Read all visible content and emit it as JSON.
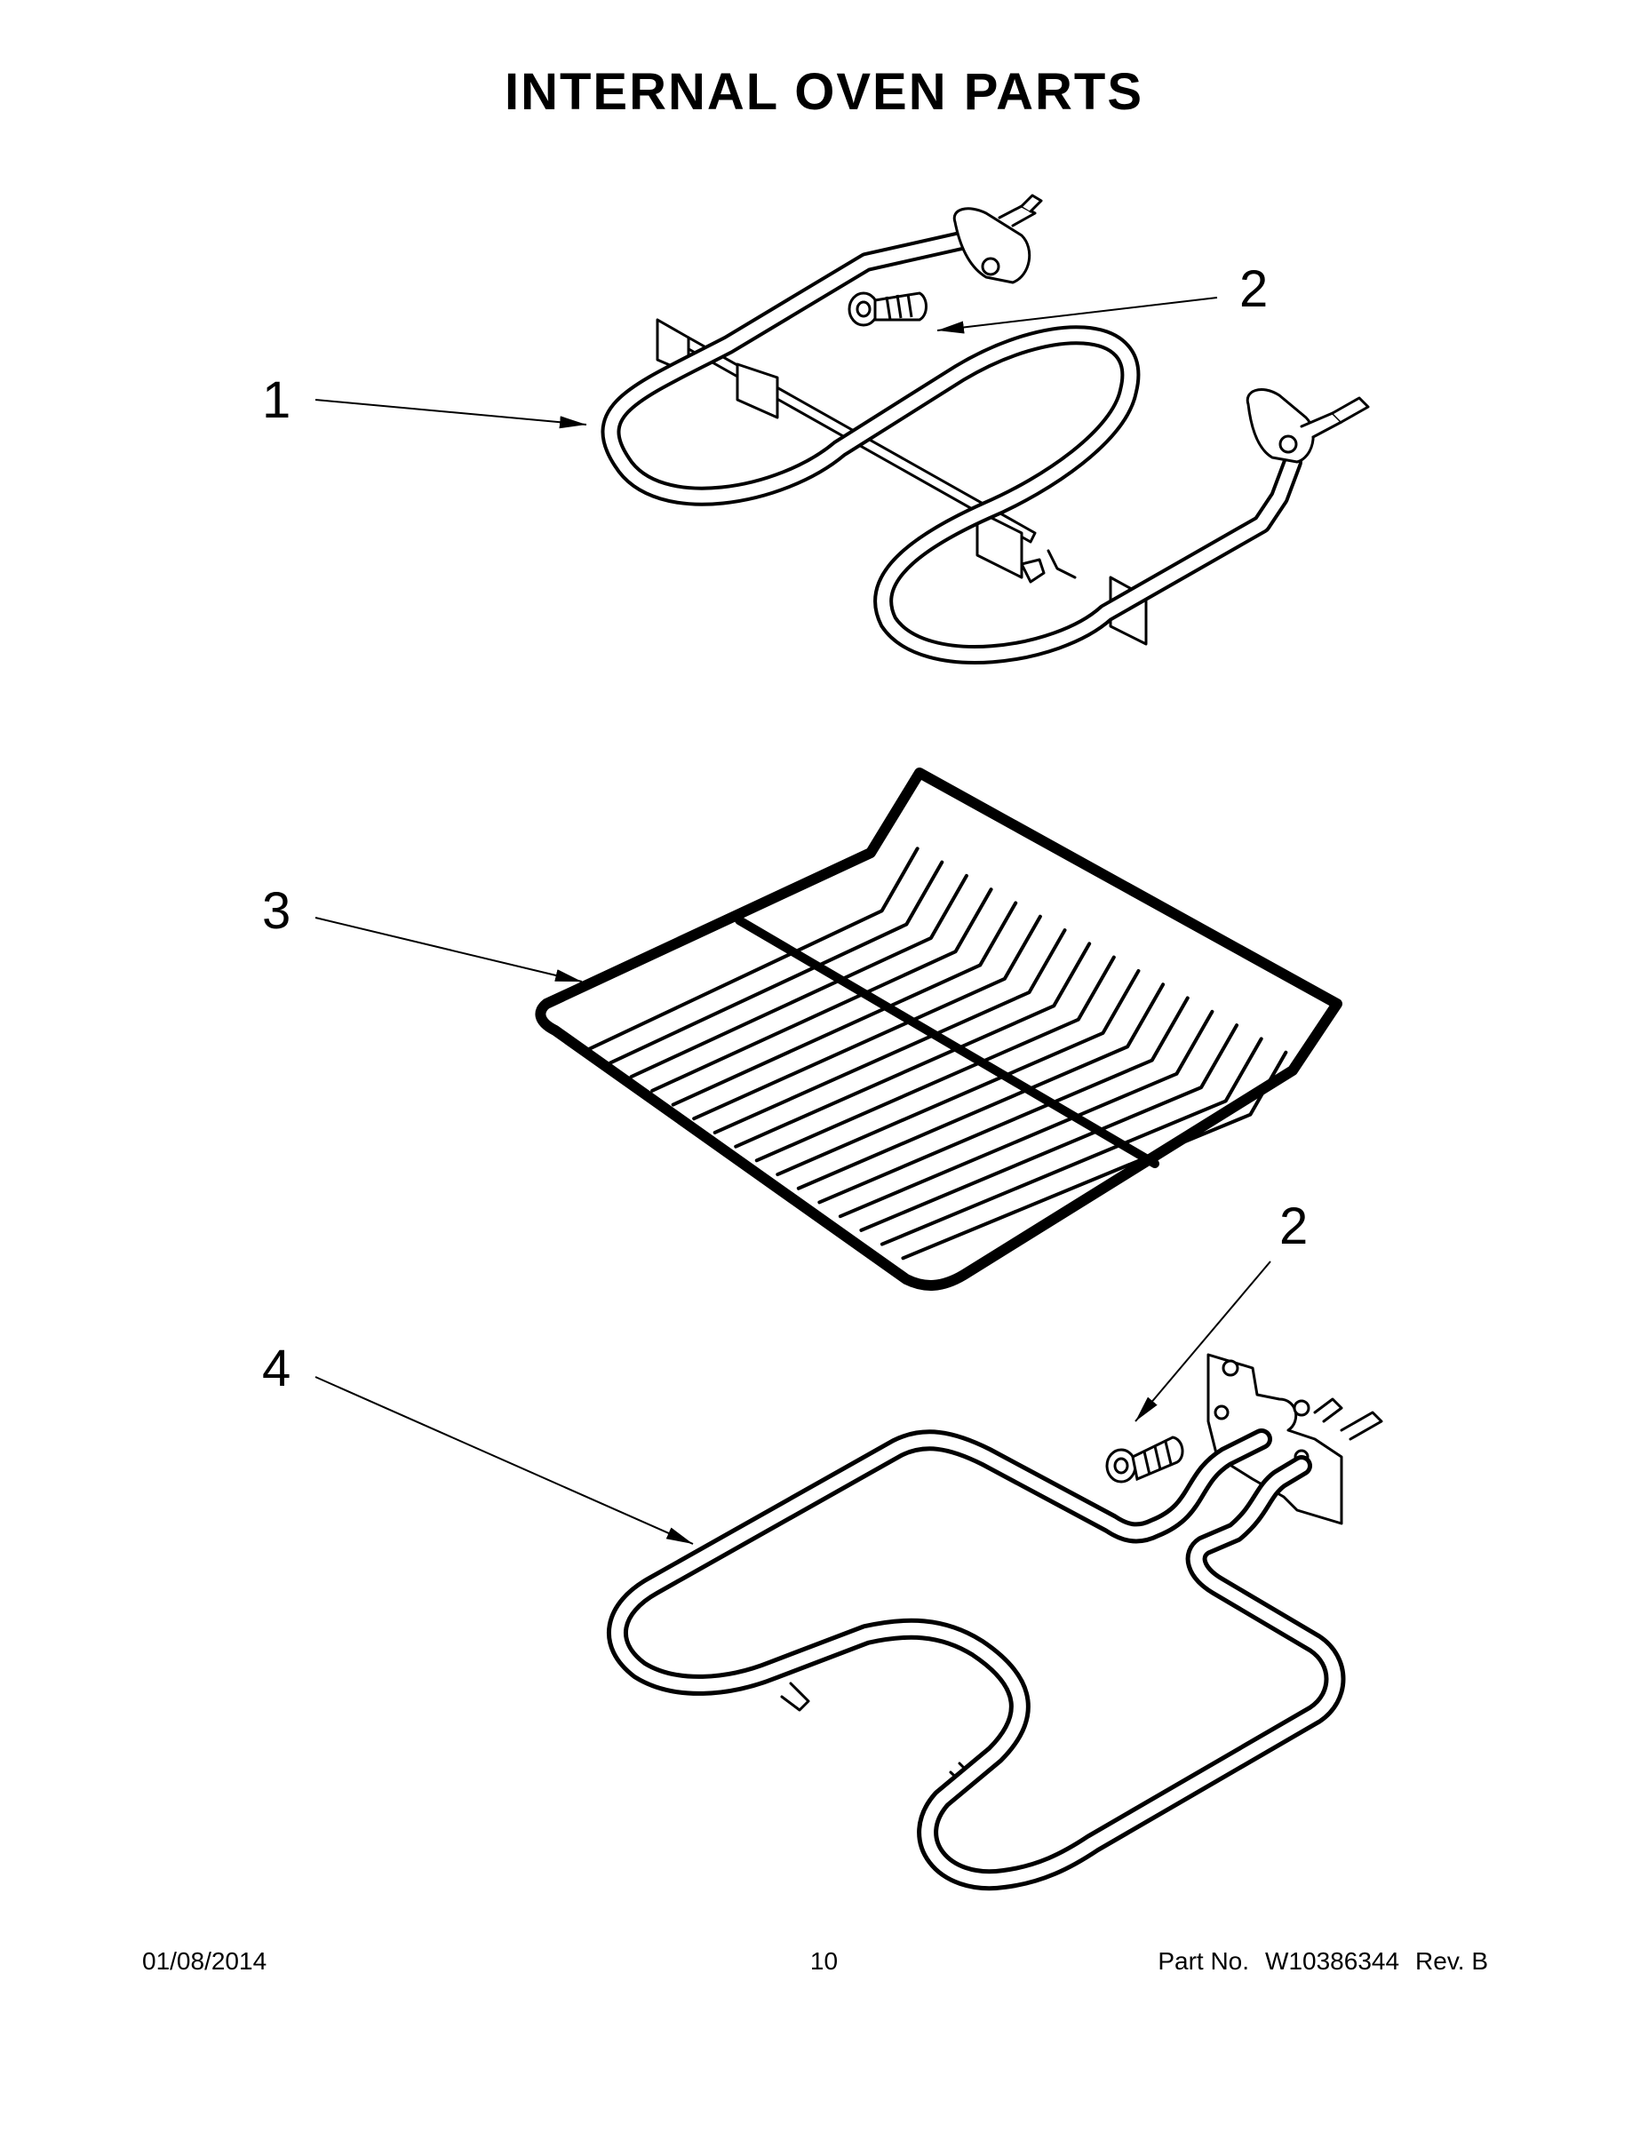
{
  "title": "INTERNAL OVEN PARTS",
  "callouts": {
    "c1": "1",
    "c2a": "2",
    "c3": "3",
    "c2b": "2",
    "c4": "4"
  },
  "parts": [
    {
      "number": "1",
      "icon": "broil-element-icon"
    },
    {
      "number": "2",
      "icon": "screw-icon"
    },
    {
      "number": "3",
      "icon": "oven-rack-icon"
    },
    {
      "number": "4",
      "icon": "bake-element-icon"
    }
  ],
  "footer": {
    "date": "01/08/2014",
    "page": "10",
    "part_label": "Part No.",
    "part_number": "W10386344",
    "revision": "Rev.  B"
  }
}
